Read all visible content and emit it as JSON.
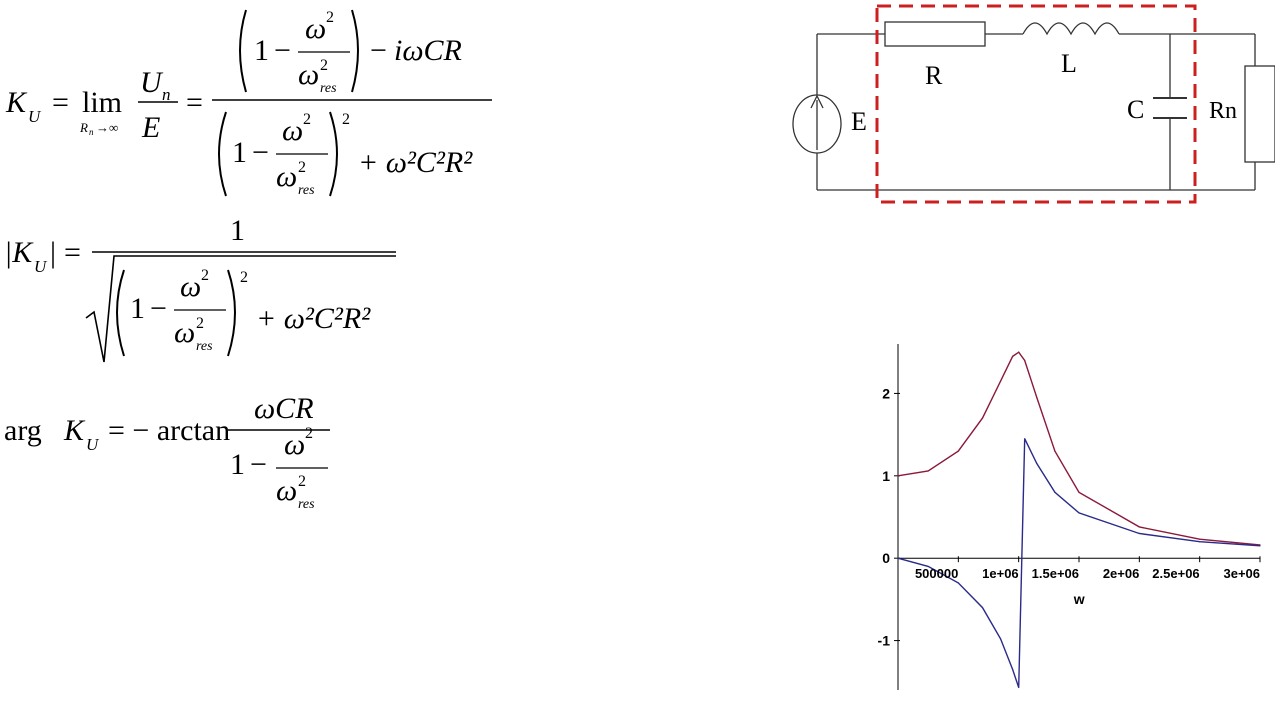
{
  "formulas": {
    "k_lhs": "K",
    "k_lhs_sub": "U",
    "lim": "lim",
    "lim_sub": "R",
    "lim_sub_n": "n",
    "lim_arrow": "→∞",
    "U": "U",
    "U_sub": "n",
    "E": "E",
    "one": "1",
    "minus": "−",
    "omega": "ω",
    "sq": "2",
    "res": "res",
    "iwCR": "iωCR",
    "plus_wCR": "+ ω²C²R²",
    "abs_K": "|K",
    "abs_close": "|",
    "arg": "arg",
    "arctan": "= − arctan",
    "wCR": "ωCR",
    "equals": "="
  },
  "circuit": {
    "label_R": "R",
    "label_L": "L",
    "label_C": "C",
    "label_E": "E",
    "label_Rn": "Rn"
  },
  "chart_data": {
    "type": "line",
    "title": "",
    "xlabel": "w",
    "ylabel": "",
    "xlim": [
      0,
      3000000
    ],
    "ylim": [
      -1.6,
      2.6
    ],
    "x_tick_labels": [
      "500000",
      "1e+06",
      "1.5e+06",
      "2e+06",
      "2.5e+06",
      "3e+06"
    ],
    "y_tick_labels": [
      "-1",
      "0",
      "1",
      "2"
    ],
    "series": [
      {
        "color": "#8b1a3a",
        "x": [
          0,
          250000,
          500000,
          700000,
          850000,
          950000,
          1000000,
          1050000,
          1150000,
          1300000,
          1500000,
          2000000,
          2500000,
          3000000
        ],
        "y": [
          1.0,
          1.06,
          1.3,
          1.7,
          2.15,
          2.45,
          2.5,
          2.4,
          1.95,
          1.3,
          0.8,
          0.38,
          0.23,
          0.16
        ]
      },
      {
        "color": "#2a2a8b",
        "x": [
          0,
          250000,
          500000,
          700000,
          850000,
          950000,
          1000000,
          1050000,
          1150000,
          1300000,
          1500000,
          2000000,
          2500000,
          3000000
        ],
        "y": [
          0,
          -0.1,
          -0.3,
          -0.6,
          -0.98,
          -1.35,
          -1.57,
          1.45,
          1.15,
          0.8,
          0.55,
          0.3,
          0.2,
          0.15
        ]
      }
    ]
  }
}
